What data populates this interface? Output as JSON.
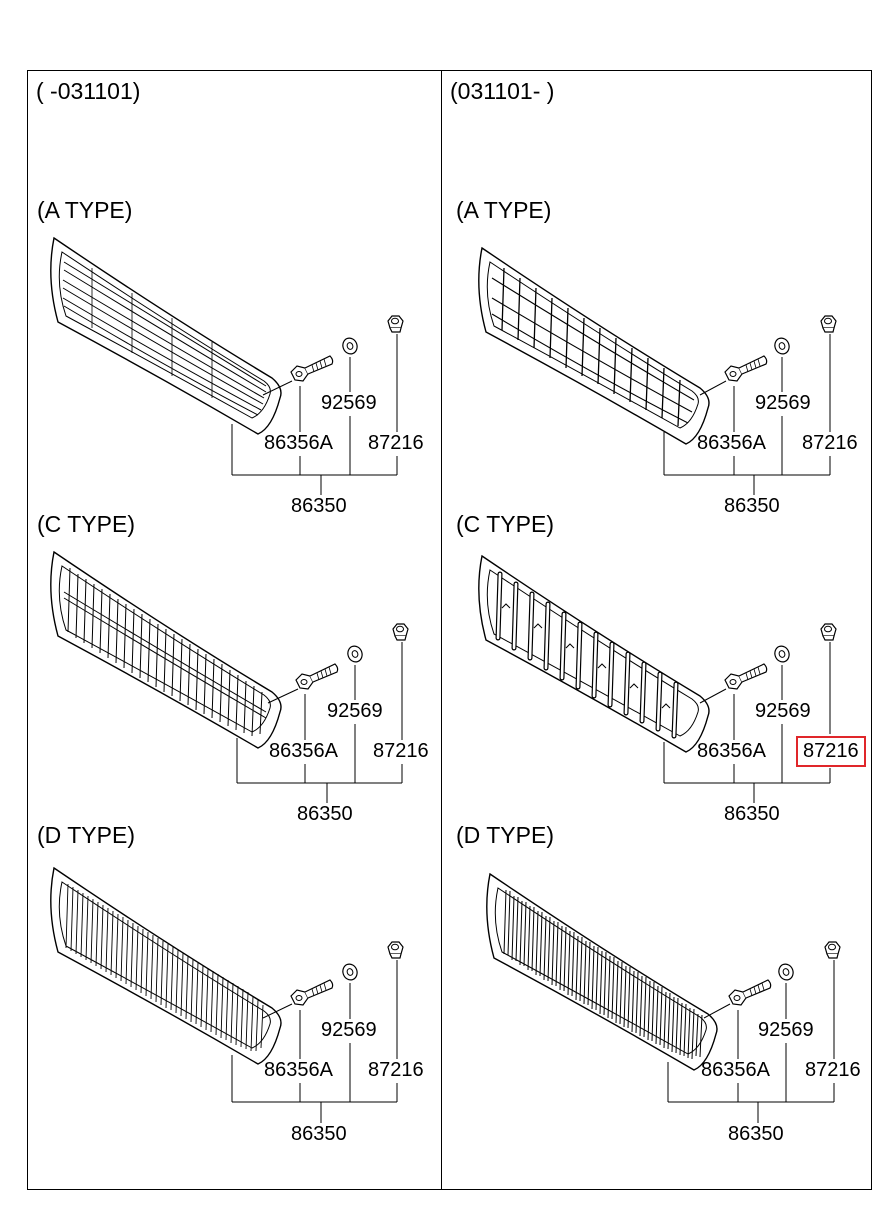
{
  "columns": [
    {
      "label": "( -031101)",
      "panels": [
        {
          "type_label": "(A TYPE)",
          "bolt": "86356A",
          "washer": "92569",
          "nut": "87216",
          "assembly": "86350",
          "grille": "a-type"
        },
        {
          "type_label": "(C TYPE)",
          "bolt": "86356A",
          "washer": "92569",
          "nut": "87216",
          "assembly": "86350",
          "grille": "c-type"
        },
        {
          "type_label": "(D TYPE)",
          "bolt": "86356A",
          "washer": "92569",
          "nut": "87216",
          "assembly": "86350",
          "grille": "d-type"
        }
      ]
    },
    {
      "label": "(031101- )",
      "panels": [
        {
          "type_label": "(A TYPE)",
          "bolt": "86356A",
          "washer": "92569",
          "nut": "87216",
          "assembly": "86350",
          "grille": "a-type-mesh"
        },
        {
          "type_label": "(C TYPE)",
          "bolt": "86356A",
          "washer": "92569",
          "nut": "87216",
          "assembly": "86350",
          "grille": "c-type-bars",
          "highlighted_part": "87216"
        },
        {
          "type_label": "(D TYPE)",
          "bolt": "86356A",
          "washer": "92569",
          "nut": "87216",
          "assembly": "86350",
          "grille": "d-type"
        }
      ]
    }
  ],
  "highlight_color": "#e0262a"
}
